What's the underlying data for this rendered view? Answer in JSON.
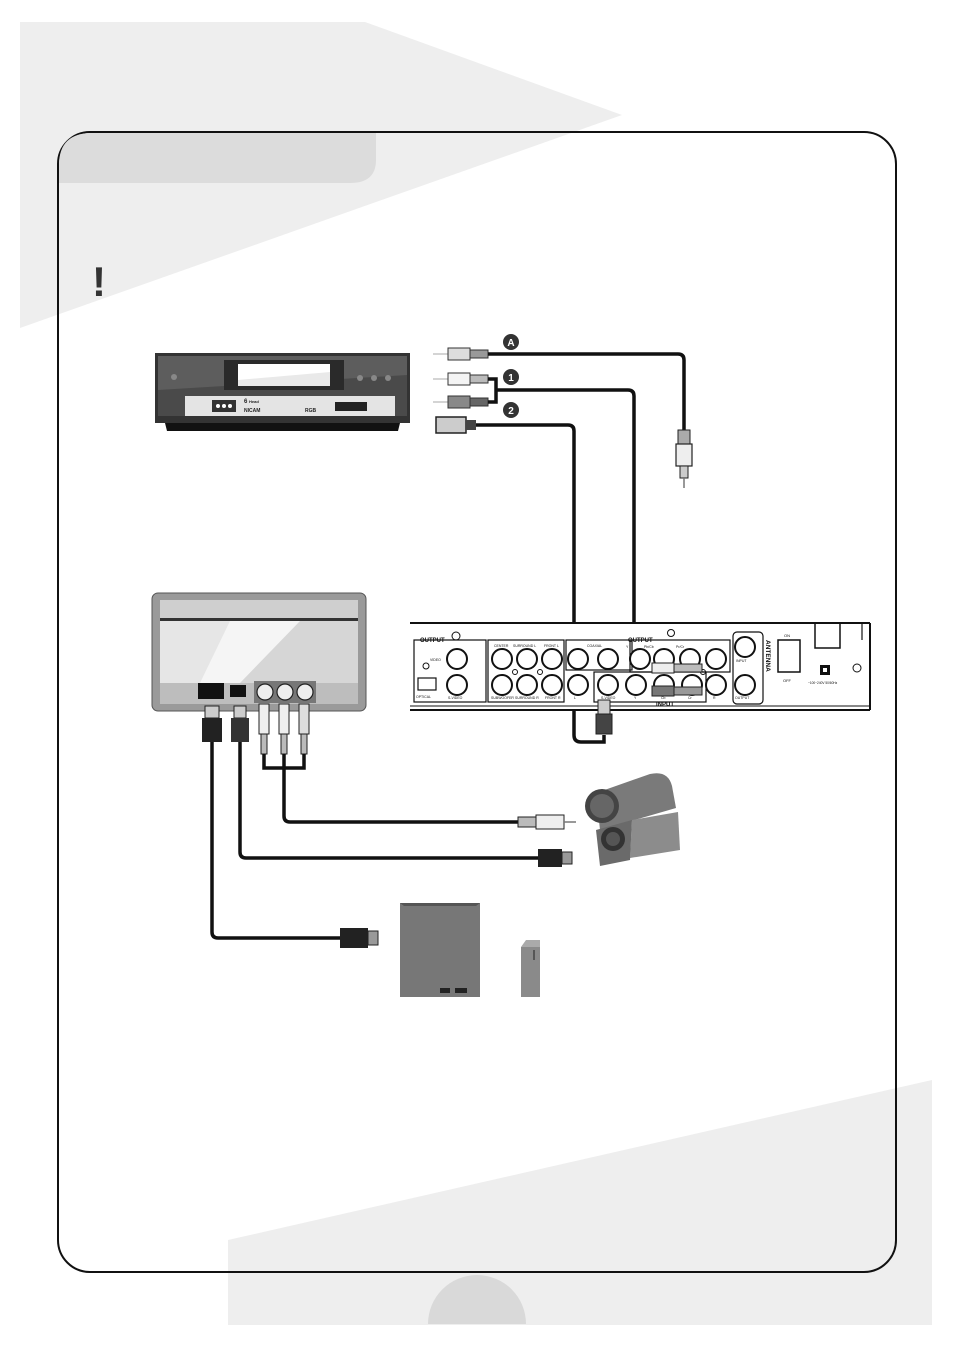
{
  "page": {
    "warning_mark": "!"
  },
  "vcr": {
    "label_line1": "6",
    "label_line1_suffix": "Head",
    "label_line2": "NICAM",
    "label_line3": "RGB"
  },
  "cable_markers": [
    {
      "id": "A",
      "text": "A"
    },
    {
      "id": "1",
      "text": "1"
    },
    {
      "id": "2",
      "text": "2"
    }
  ],
  "rear_panel": {
    "output_left": "OUTPUT",
    "output_right": "OUTPUT",
    "input": "INPUT",
    "video": "VIDEO",
    "s_video": "S-VIDEO",
    "optical": "OPTICAL",
    "center": "CENTER",
    "surround_l": "SURROUND L",
    "front_l": "FRONT L",
    "subwoofer": "SUBWOOFER",
    "surround_r": "SURROUND R",
    "front_r": "FRONT R",
    "coaxial": "COAXIAL",
    "y_top": "Y",
    "pb_cb": "Pb/Cb",
    "pr_cr": "Pr/Cr",
    "l": "L",
    "s_video_in": "S-VIDEO",
    "y_bottom": "Y",
    "cb": "Cb",
    "cr": "Cr",
    "r": "R",
    "antenna": "ANTENNA",
    "ant_input": "INPUT",
    "ant_output": "OUTPUT",
    "on": "ON",
    "off": "OFF",
    "voltage": "~100~240V 50/60Hz"
  }
}
